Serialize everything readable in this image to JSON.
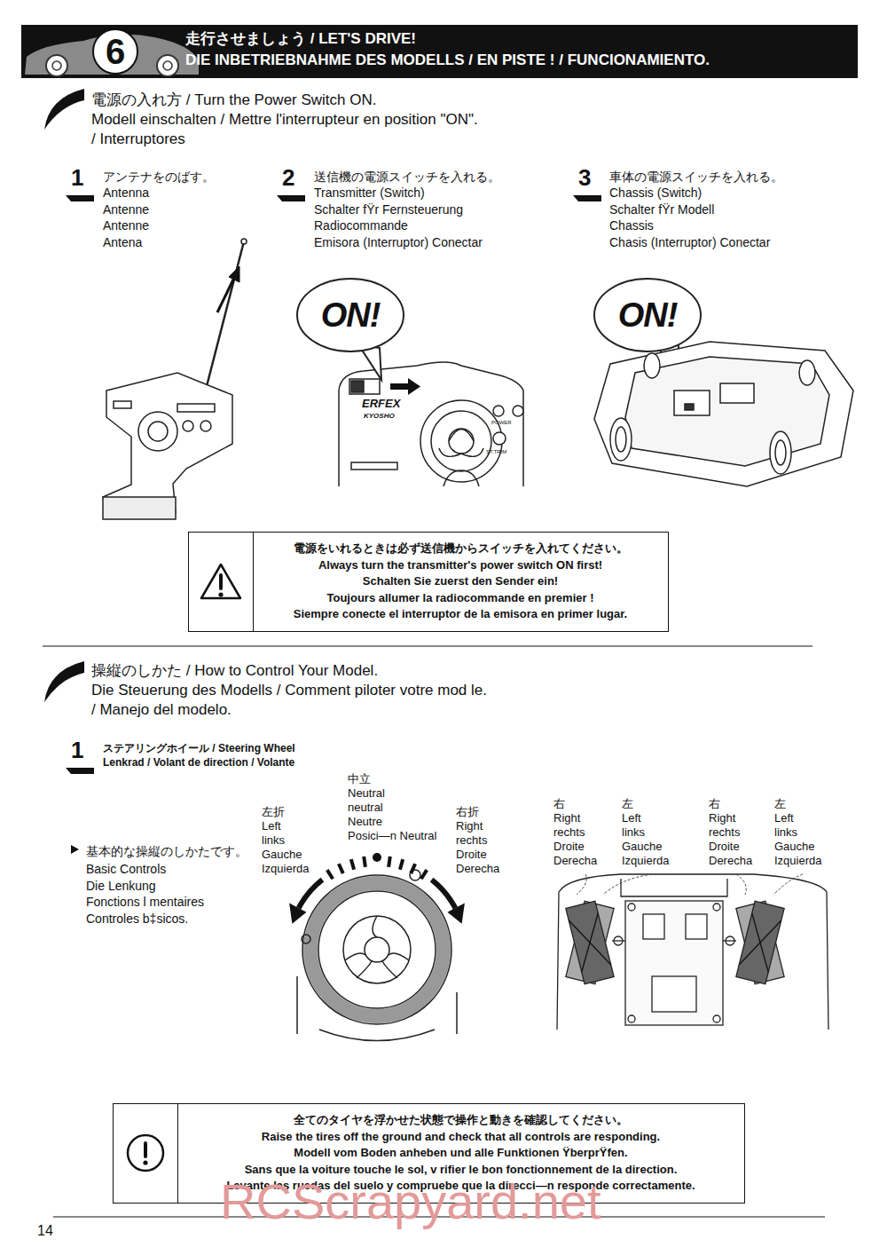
{
  "diagram": {
    "nodes": [
      {
        "text": [
          "走行させましょう / LET'S DRIVE!",
          "DIE INBETRIEBNAHME DES MODELLS / EN PISTE ! / FUNCIONAMIENTO."
        ]
      },
      {
        "text": [
          "6"
        ],
        "in": 0
      },
      {
        "text": [
          "ON!"
        ]
      },
      {
        "text": [
          "ON!"
        ]
      },
      {
        "text": [
          "電源をいれるときは必ず送信機からスイッチを入れてください。",
          "Always turn the transmitter's power switch ON first!",
          "Schalten Sie zuerst den Sender ein!",
          "Toujours allumer la radiocommande en premier !",
          "Siempre conecte el interruptor de la emisora en primer lugar."
        ]
      },
      {
        "text": [
          "全てのタイヤを浮かせた状態で操作と動きを確認してください。",
          "Raise the tires off the ground and check that all controls are responding.",
          "Modell vom Boden anheben und alle Funktionen ŸberprŸfen.",
          "Sans que la voiture touche le sol, v rifier le bon fonctionnement de la direction.",
          "Levante las ruedas del suelo y compruebe que la direcci—n responde correctamente."
        ]
      }
    ],
    "labels": [
      "電源の入れ方 / Turn the Power Switch ON.",
      "Modell einschalten / Mettre l'interrupteur en position \"ON\".",
      "/ Interruptores",
      "1",
      "アンテナをのばす。",
      "Antenna",
      "Antenne",
      "Antenne",
      "Antena",
      "2",
      "送信機の電源スイッチを入れる。",
      "Transmitter (Switch)",
      "Schalter fŸr Fernsteuerung",
      "Radiocommande",
      "Emisora (Interruptor) Conectar",
      "3",
      "車体の電源スイッチを入れる。",
      "Chassis (Switch)",
      "Schalter fŸr Modell",
      "Chassis",
      "Chasis (Interruptor) Conectar",
      "ERFEX",
      "KYOSHO",
      "POWER",
      "ST.TRIM",
      "操縦のしかた / How to Control Your Model.",
      "Die Steuerung des Modells / Comment piloter votre mod le.",
      "/ Manejo del modelo.",
      "1",
      "ステアリングホイール / Steering Wheel",
      "Lenkrad / Volant de direction / Volante",
      "中立",
      "Neutral",
      "neutral",
      "Neutre",
      "Posici—n Neutral",
      "左折",
      "Left",
      "links",
      "Gauche",
      "Izquierda",
      "右折",
      "Right",
      "rechts",
      "Droite",
      "Derecha",
      "基本的な操縦のしかたです。",
      "Basic Controls",
      "Die Lenkung",
      "Fonctions l mentaires",
      "Controles b‡sicos.",
      "右",
      "Right",
      "rechts",
      "Droite",
      "Derecha",
      "左",
      "Left",
      "links",
      "Gauche",
      "Izquierda",
      "右",
      "Right",
      "rechts",
      "Droite",
      "Derecha",
      "左",
      "Left",
      "links",
      "Gauche",
      "Izquierda",
      "RCScrapyard.net",
      "14"
    ]
  }
}
